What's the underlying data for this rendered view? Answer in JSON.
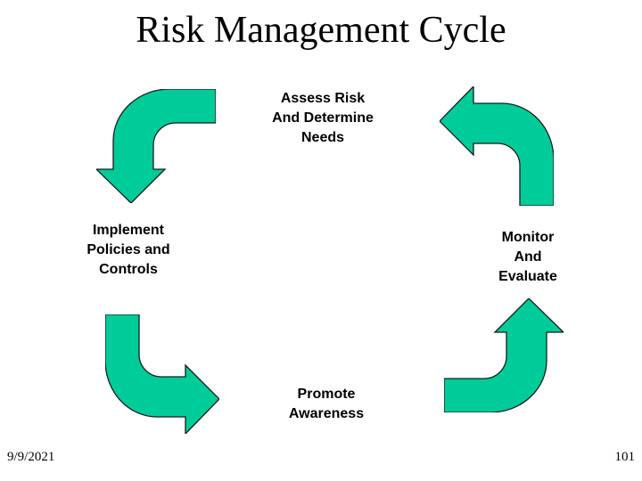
{
  "slide": {
    "title": "Risk Management Cycle",
    "footer": {
      "date": "9/9/2021",
      "page_number": "101"
    }
  },
  "cycle": {
    "description": "Four green curved elbow arrows forming a counter-clockwise cycle",
    "arrow_fill": "#00CC99",
    "arrow_outline": "#1b1b1b",
    "steps": [
      {
        "id": "assess",
        "label": "Assess Risk\nAnd Determine\nNeeds"
      },
      {
        "id": "implement",
        "label": "Implement\nPolicies and\nControls"
      },
      {
        "id": "promote",
        "label": "Promote\nAwareness"
      },
      {
        "id": "monitor",
        "label": "Monitor\nAnd\nEvaluate"
      }
    ]
  }
}
